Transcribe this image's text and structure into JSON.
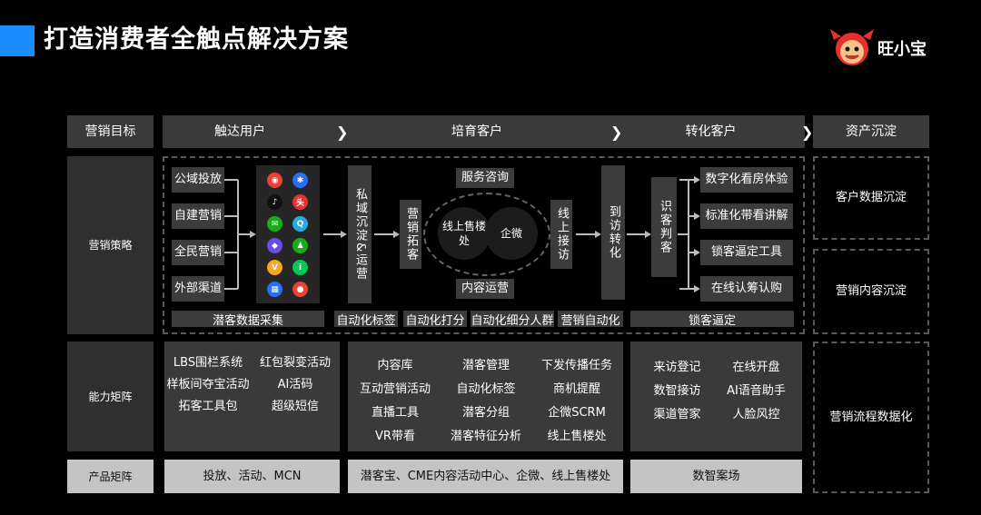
{
  "header": {
    "title": "打造消费者全触点解决方案",
    "brand": "旺小宝"
  },
  "rows": {
    "goal": "营销目标",
    "strategy": "营销策略",
    "capability": "能力矩阵",
    "product": "产品矩阵"
  },
  "stages": [
    "触达用户",
    "培育客户",
    "转化客户",
    "资产沉淀"
  ],
  "strategy": {
    "channels": [
      "公域投放",
      "自建营销",
      "全民营销",
      "外部渠道"
    ],
    "private": "私域沉淀&运营",
    "expand": "营销拓客",
    "service": "服务咨询",
    "online_office": "线上售楼处",
    "wecom": "企微",
    "content_ops": "内容运营",
    "online_visit": "线上接访",
    "visit_convert": "到访转化",
    "identify": "识客判客",
    "conversions": [
      "数字化看房体验",
      "标准化带看讲解",
      "锁客逼定工具",
      "在线认筹认购"
    ],
    "captions": [
      "潜客数据采集",
      "自动化标签",
      "自动化打分",
      "自动化细分人群",
      "营销自动化",
      "锁客逼定"
    ]
  },
  "assets": [
    "客户数据沉淀",
    "营销内容沉淀",
    "营销流程数据化"
  ],
  "capability": {
    "col1": [
      "LBS围栏系统",
      "红包裂变活动",
      "样板间夺宝活动",
      "AI活码",
      "拓客工具包",
      "超级短信"
    ],
    "col2": [
      "内容库",
      "潜客管理",
      "下发传播任务",
      "互动营销活动",
      "自动化标签",
      "商机提醒",
      "直播工具",
      "潜客分组",
      "企微SCRM",
      "VR带看",
      "潜客特征分析",
      "线上售楼处"
    ],
    "col3": [
      "来访登记",
      "在线开盘",
      "数智接访",
      "AI语音助手",
      "渠道管家",
      "人脸风控"
    ]
  },
  "product": [
    "投放、活动、MCN",
    "潜客宝、CME内容活动中心、企微、线上售楼处",
    "数智案场"
  ],
  "apps": [
    {
      "name": "chrome-icon",
      "glyph": "◉",
      "color": "#e94235"
    },
    {
      "name": "baidu-icon",
      "glyph": "✱",
      "color": "#2a6ef5"
    },
    {
      "name": "douyin-icon",
      "glyph": "♪",
      "color": "#111111"
    },
    {
      "name": "toutiao-icon",
      "glyph": "头",
      "color": "#e8312f"
    },
    {
      "name": "wechat-icon",
      "glyph": "✉",
      "color": "#1aad19"
    },
    {
      "name": "search-icon",
      "glyph": "Q",
      "color": "#29a9e1"
    },
    {
      "name": "app-icon",
      "glyph": "◆",
      "color": "#6b4de6"
    },
    {
      "name": "contacts-icon",
      "glyph": "♟",
      "color": "#1aad19"
    },
    {
      "name": "v-icon",
      "glyph": "V",
      "color": "#f5a623"
    },
    {
      "name": "iqiyi-icon",
      "glyph": "i",
      "color": "#00c853"
    },
    {
      "name": "store-icon",
      "glyph": "▦",
      "color": "#2a6ef5"
    },
    {
      "name": "map-icon",
      "glyph": "●",
      "color": "#e94235"
    }
  ]
}
